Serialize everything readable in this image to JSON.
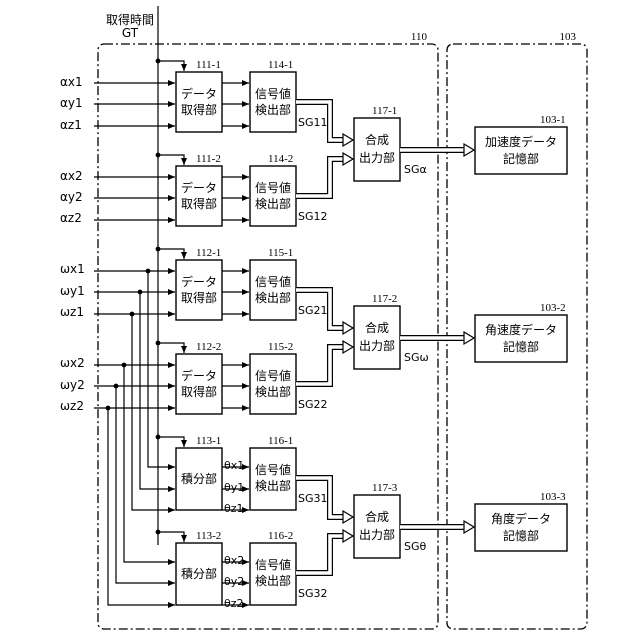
{
  "gt_label": [
    "取得時間",
    "GT"
  ],
  "region_refs": {
    "processor": "110",
    "storage": "103"
  },
  "inputs": {
    "ax1": "αx1",
    "ay1": "αy1",
    "az1": "αz1",
    "ax2": "αx2",
    "ay2": "αy2",
    "az2": "αz2",
    "wx1": "ωx1",
    "wy1": "ωy1",
    "wz1": "ωz1",
    "wx2": "ωx2",
    "wy2": "ωy2",
    "wz2": "ωz2"
  },
  "acquire": [
    {
      "ref": "111-1",
      "lines": [
        "データ",
        "取得部"
      ]
    },
    {
      "ref": "111-2",
      "lines": [
        "データ",
        "取得部"
      ]
    },
    {
      "ref": "112-1",
      "lines": [
        "データ",
        "取得部"
      ]
    },
    {
      "ref": "112-2",
      "lines": [
        "データ",
        "取得部"
      ]
    }
  ],
  "integrators": [
    {
      "ref": "113-1",
      "label": "積分部",
      "outs": [
        "θx1",
        "θy1",
        "θz1"
      ]
    },
    {
      "ref": "113-2",
      "label": "積分部",
      "outs": [
        "θx2",
        "θy2",
        "θz2"
      ]
    }
  ],
  "detectors": [
    {
      "ref": "114-1",
      "lines": [
        "信号値",
        "検出部"
      ],
      "sig": "SG11"
    },
    {
      "ref": "114-2",
      "lines": [
        "信号値",
        "検出部"
      ],
      "sig": "SG12"
    },
    {
      "ref": "115-1",
      "lines": [
        "信号値",
        "検出部"
      ],
      "sig": "SG21"
    },
    {
      "ref": "115-2",
      "lines": [
        "信号値",
        "検出部"
      ],
      "sig": "SG22"
    },
    {
      "ref": "116-1",
      "lines": [
        "信号値",
        "検出部"
      ],
      "sig": "SG31"
    },
    {
      "ref": "116-2",
      "lines": [
        "信号値",
        "検出部"
      ],
      "sig": "SG32"
    }
  ],
  "combiners": [
    {
      "ref": "117-1",
      "lines": [
        "合成",
        "出力部"
      ],
      "sig": "SGα"
    },
    {
      "ref": "117-2",
      "lines": [
        "合成",
        "出力部"
      ],
      "sig": "SGω"
    },
    {
      "ref": "117-3",
      "lines": [
        "合成",
        "出力部"
      ],
      "sig": "SGθ"
    }
  ],
  "storage": [
    {
      "ref": "103-1",
      "lines": [
        "加速度データ",
        "記憶部"
      ]
    },
    {
      "ref": "103-2",
      "lines": [
        "角速度データ",
        "記憶部"
      ]
    },
    {
      "ref": "103-3",
      "lines": [
        "角度データ",
        "記憶部"
      ]
    }
  ]
}
